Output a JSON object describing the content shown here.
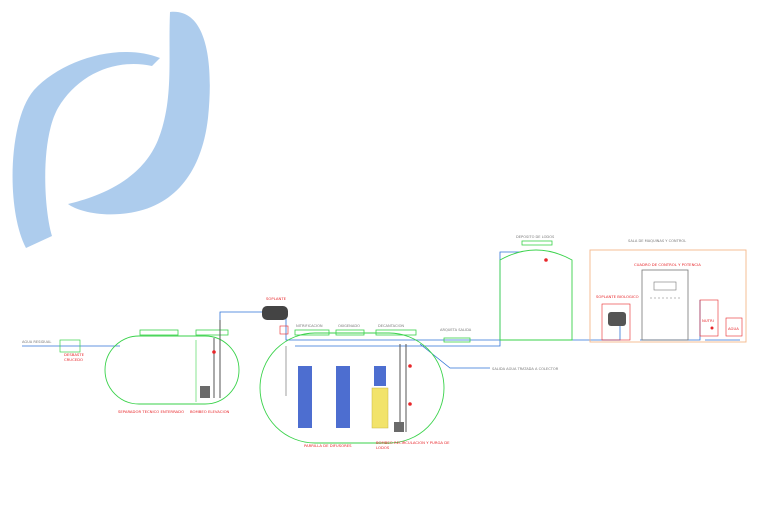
{
  "labels": {
    "agua_residual": "AGUA RESIDUAL",
    "desbaste": "DESBASTE\nCRUCEDO",
    "separador": "SEPARADOR TECNICO ENTERRADO",
    "bombeo_elevacion": "BOMBEO ELEVACION",
    "soplante_top": "SOPLANTE",
    "nitrificacion": "NITRIFICACION",
    "oxigenado": "OXIGENADO",
    "decantacion": "DECANTACION",
    "arqueta_salida": "ARQUETA SALIDA",
    "parrilla_difusores": "PARRILLA DE DIFUSORES",
    "bombeo_recirculacion": "BOMBEO RECIRCULACION Y PURGA DE\nLODOS",
    "salida_agua": "SALIDA AGUA TRATADA A COLECTOR",
    "deposito_lodos": "DEPOSITO DE LODOS",
    "sala_maquinas": "SALA DE MAQUINAS Y CONTROL",
    "cuadro_control": "CUADRO DE CONTROL Y POTENCIA",
    "soplante_biologico": "SOPLANTE BIOLOGICO",
    "nutri": "NUTRI",
    "agua": "AGUA"
  },
  "colors": {
    "logo": "#a9c9ec",
    "tank": "#39d24a",
    "pipe": "#2f73d6",
    "label_red": "#e8262a",
    "label_gray": "#7a7a7a",
    "room": "#f5b88a",
    "diffuser": "#2e55c8",
    "filter": "#f2e36a"
  },
  "icons": {
    "logo": "stylized-d-logo",
    "soplante": "blower-icon",
    "level_sensor": "red-dot-icon",
    "pump": "submersible-pump-icon"
  }
}
